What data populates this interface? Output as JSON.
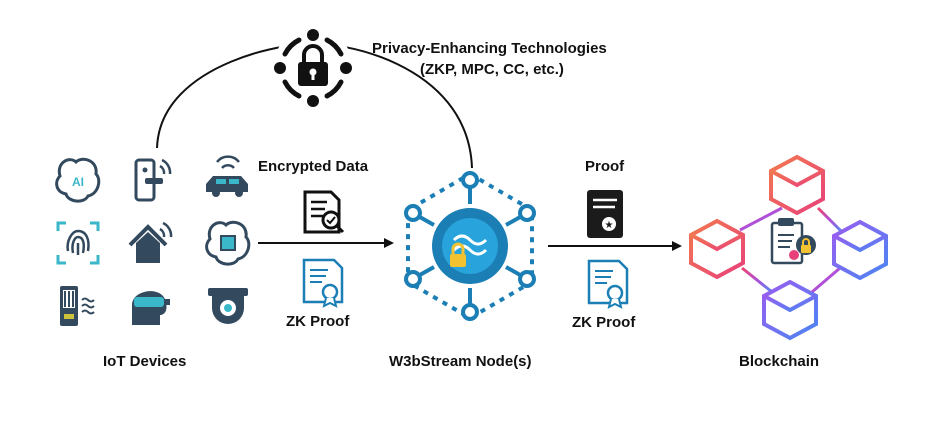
{
  "pets": {
    "title_line1": "Privacy-Enhancing Technologies",
    "title_line2": "(ZKP, MPC, CC, etc.)",
    "icon": "privacy-lock-network-icon"
  },
  "iot": {
    "label": "IoT Devices",
    "devices": [
      {
        "icon": "ai-brain-icon"
      },
      {
        "icon": "smart-door-lock-icon"
      },
      {
        "icon": "connected-car-icon"
      },
      {
        "icon": "fingerprint-scan-icon"
      },
      {
        "icon": "smart-home-icon"
      },
      {
        "icon": "chip-brain-icon"
      },
      {
        "icon": "sensor-device-icon"
      },
      {
        "icon": "vr-headset-user-icon"
      },
      {
        "icon": "security-camera-icon"
      }
    ]
  },
  "flow_left": {
    "top_label": "Encrypted Data",
    "top_icon": "encrypted-document-icon",
    "bottom_label": "ZK Proof",
    "bottom_icon": "certificate-icon"
  },
  "node": {
    "label": "W3bStream Node(s)",
    "icon": "w3bstream-node-hub-icon"
  },
  "flow_right": {
    "top_label": "Proof",
    "top_icon": "proof-document-icon",
    "bottom_label": "ZK Proof",
    "bottom_icon": "certificate-icon"
  },
  "blockchain": {
    "label": "Blockchain",
    "icon": "blockchain-cubes-icon"
  },
  "colors": {
    "node_blue": "#1b7fb5",
    "node_light": "#29a3dc",
    "dark": "#1b1b1b",
    "device_teal": "#3ab7c9",
    "device_dark": "#33495e",
    "gradient_pink": "#e83e7a",
    "gradient_blue": "#5a7cf0"
  }
}
